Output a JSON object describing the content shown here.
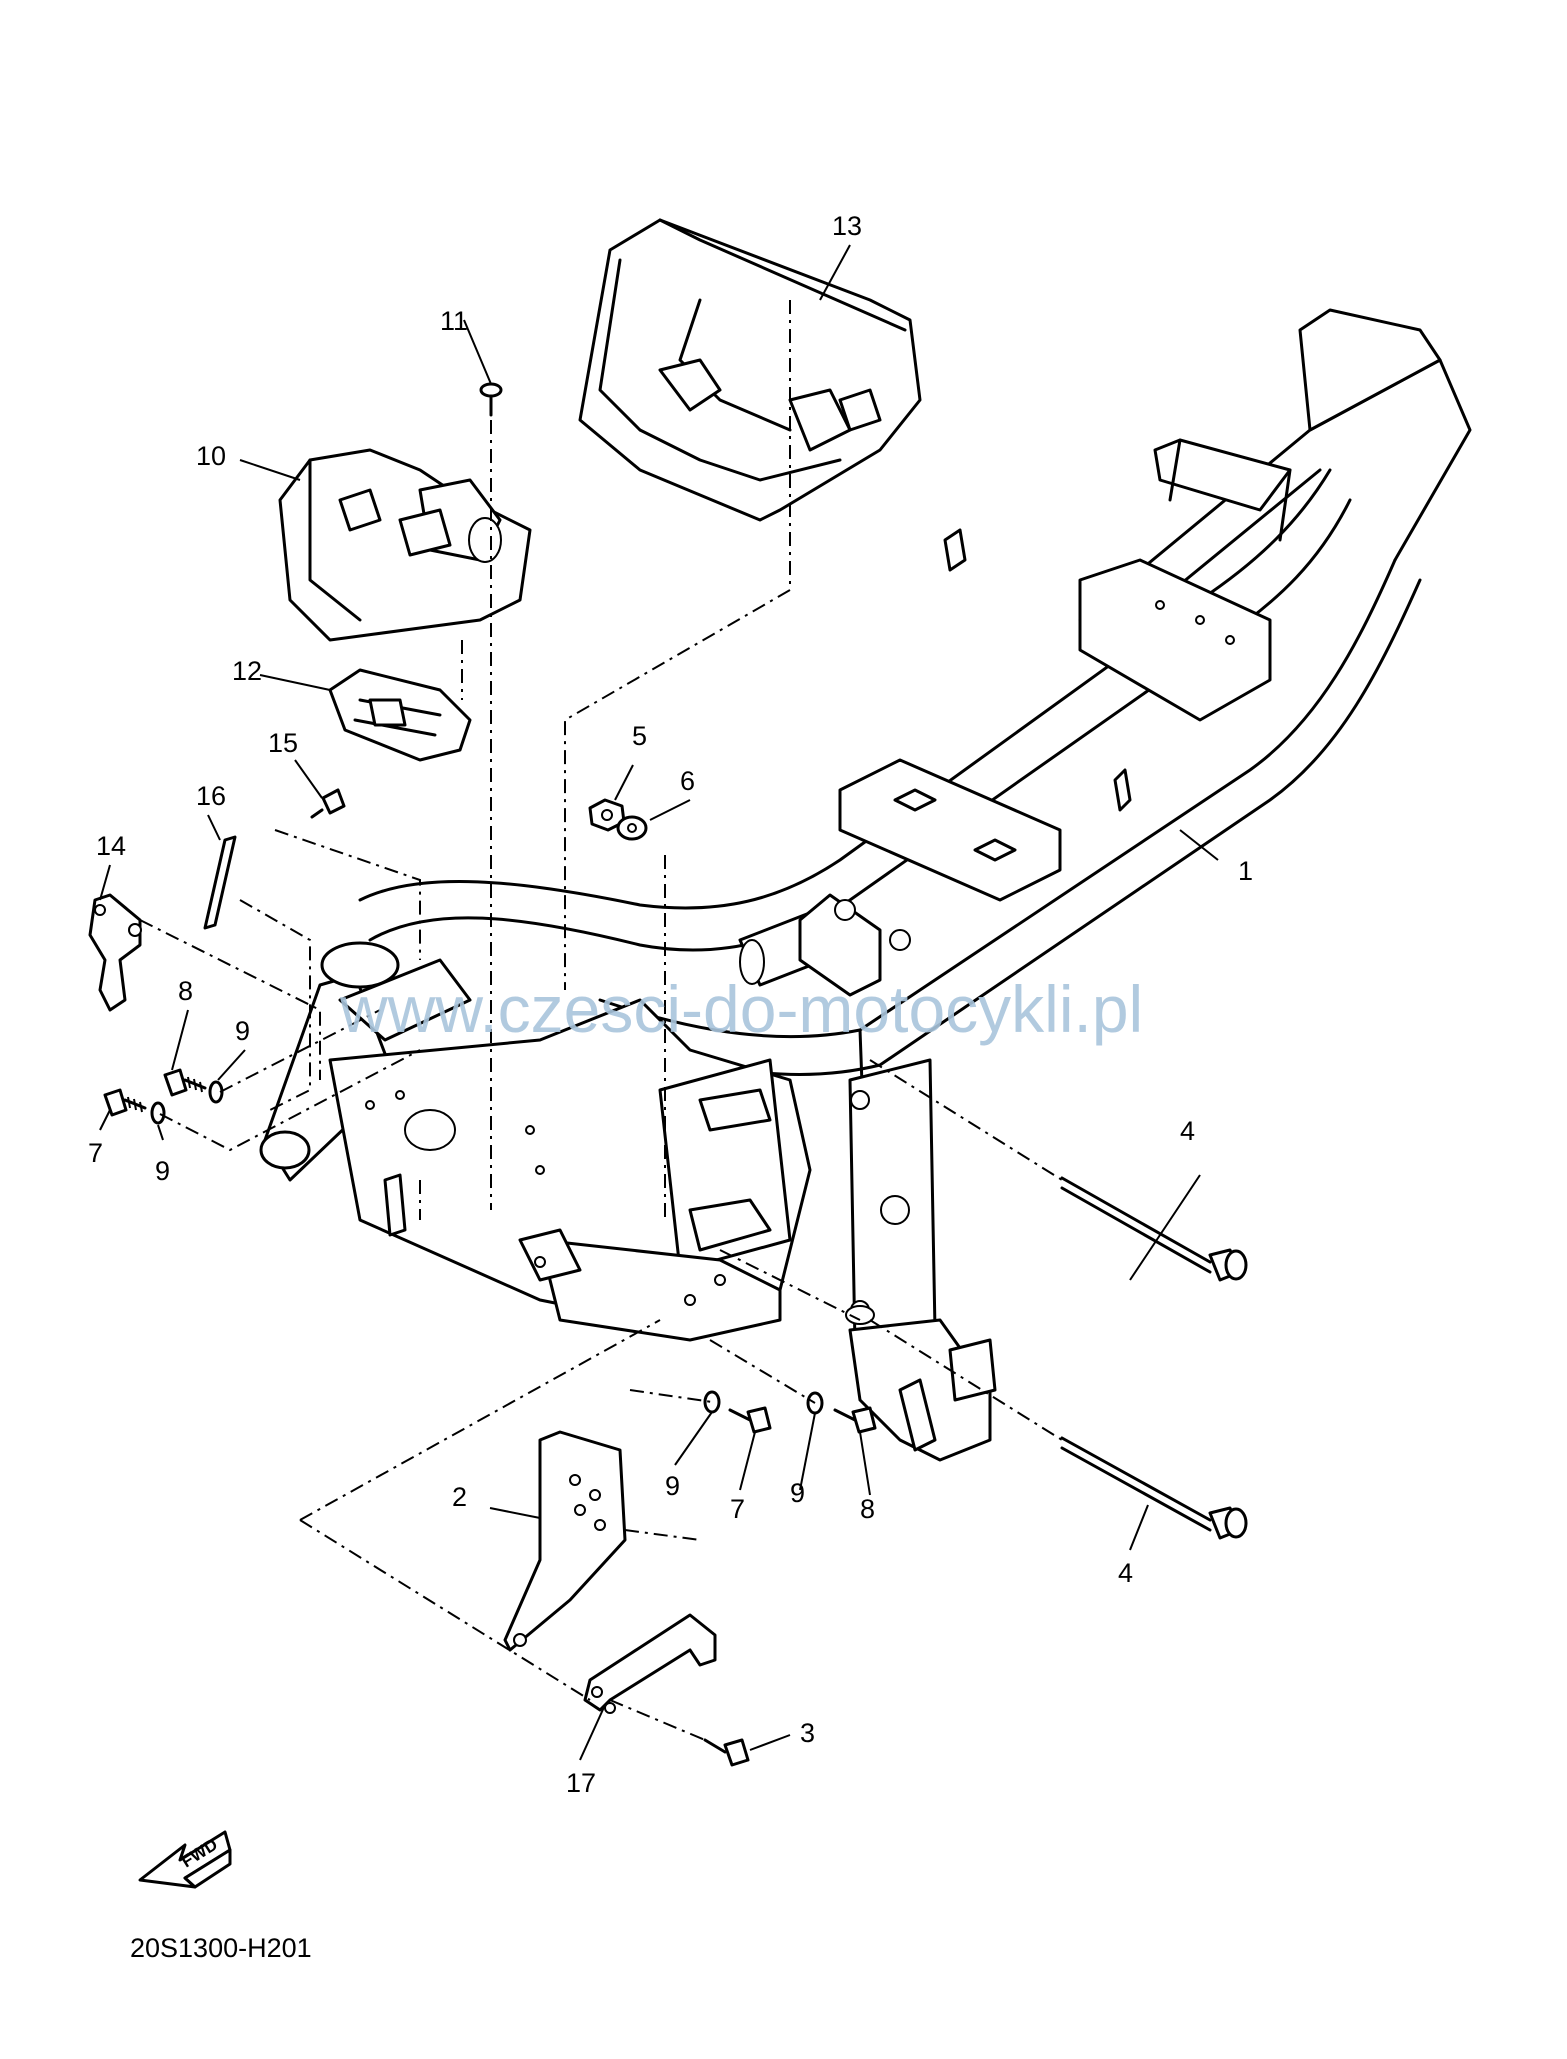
{
  "diagram": {
    "code": "20S1300-H201",
    "watermark": "www.czesci-do-motocykli.pl",
    "direction_label": "FWD",
    "callouts": {
      "c1": "1",
      "c2": "2",
      "c3": "3",
      "c4a": "4",
      "c4b": "4",
      "c5": "5",
      "c6": "6",
      "c7a": "7",
      "c7b": "7",
      "c8a": "8",
      "c8b": "8",
      "c9a": "9",
      "c9b": "9",
      "c9c": "9",
      "c9d": "9",
      "c10": "10",
      "c11": "11",
      "c12": "12",
      "c13": "13",
      "c14": "14",
      "c15": "15",
      "c16": "16",
      "c17": "17"
    },
    "colors": {
      "line": "#000000",
      "watermark": "#a9c4dc",
      "background": "#ffffff"
    }
  }
}
